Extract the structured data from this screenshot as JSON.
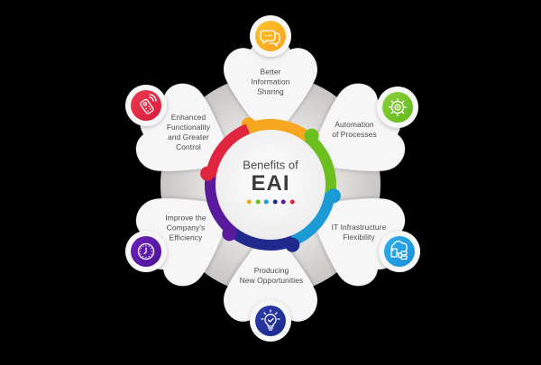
{
  "center": {
    "title": "Benefits of",
    "main": "EAI",
    "dot_colors": [
      "#f5a623",
      "#6cbf1f",
      "#1c9ad6",
      "#1f2a8c",
      "#5a1a9e",
      "#e0263e"
    ]
  },
  "benefits": [
    {
      "id": "better-information-sharing",
      "label_lines": [
        "Better",
        "Information",
        "Sharing"
      ],
      "icon": "chat-bubbles-icon",
      "color": "#f7a21b",
      "color_light": "#fcc42c"
    },
    {
      "id": "automation-of-processes",
      "label_lines": [
        "Automation",
        "of Processes"
      ],
      "icon": "gear-icon",
      "color": "#5fb91c",
      "color_light": "#8fd13a"
    },
    {
      "id": "it-infrastructure-flexibility",
      "label_lines": [
        "IT Infrastructure",
        "Flexibility"
      ],
      "icon": "cloud-network-icon",
      "color": "#1a8fd6",
      "color_light": "#2fb0ee"
    },
    {
      "id": "producing-new-opportunities",
      "label_lines": [
        "Producing",
        "New Opportunities"
      ],
      "icon": "lightbulb-check-icon",
      "color": "#1c2a8a",
      "color_light": "#2b3bab"
    },
    {
      "id": "improve-company-efficiency",
      "label_lines": [
        "Improve the",
        "Company's",
        "Efficiency"
      ],
      "icon": "clock-icon",
      "color": "#4e129a",
      "color_light": "#6a22b8"
    },
    {
      "id": "enhanced-functionality",
      "label_lines": [
        "Enhanced",
        "Functionality",
        "and Greater",
        "Control"
      ],
      "icon": "remote-control-icon",
      "color": "#d91c3c",
      "color_light": "#ec3950"
    }
  ],
  "ring_colors": [
    "#f5a81f",
    "#6cbf1f",
    "#1c9ad6",
    "#1f2a8c",
    "#5a1a9e",
    "#e0263e"
  ],
  "backdrop_color": "#d2cfcf",
  "petal_color": "#f6f6f6"
}
